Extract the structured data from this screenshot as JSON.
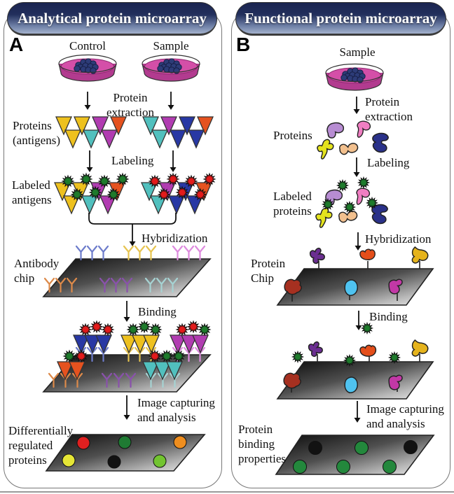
{
  "panels": [
    {
      "letter": "A",
      "title": "Analytical protein microarray",
      "control_label": "Control",
      "sample_label": "Sample",
      "steps": {
        "extraction": "Protein\nextraction",
        "labeling": "Labeling",
        "hybridization": "Hybridization",
        "binding": "Binding",
        "imaging": "Image capturing\nand analysis"
      },
      "rows": {
        "proteins": "Proteins\n(antigens)",
        "labeled": "Labeled\nantigens",
        "chip": "Antibody\nchip",
        "result": "Differentially\nregulated\nproteins"
      }
    },
    {
      "letter": "B",
      "title": "Functional protein microarray",
      "sample_label": "Sample",
      "steps": {
        "extraction": "Protein\nextraction",
        "labeling": "Labeling",
        "hybridization": "Hybridization",
        "binding": "Binding",
        "imaging": "Image capturing\nand analysis"
      },
      "rows": {
        "proteins": "Proteins",
        "labeled": "Labeled\nproteins",
        "chip": "Protein\nChip",
        "result": "Protein\nbinding\nproperties"
      }
    }
  ],
  "figure": {
    "colors": {
      "banner_top": "#1A2450",
      "banner_bottom": "#A3B2CD",
      "triangle": {
        "yellow": "#EEC11E",
        "magenta": "#B13CB1",
        "orange": "#E5521F",
        "teal": "#51C0BE",
        "blue": "#2838A4"
      },
      "star": {
        "green": "#1E7B2C",
        "red": "#E31B1B"
      },
      "antibody": {
        "blue": "#6D7CCB",
        "yellow": "#E7C44F",
        "pink": "#DE8ADE",
        "orange": "#DD8A4A",
        "purple": "#8A51AC",
        "cyan": "#A6D3D3"
      },
      "spot": {
        "red": "#DF2020",
        "dkgreen": "#1F7A33",
        "orange": "#EF8E1F",
        "yellow": "#E6E636",
        "black": "#121212",
        "ltgreen": "#72C430",
        "green": "#23883C"
      },
      "blob": {
        "lavender": "#B78CD2",
        "pink": "#F07EC2",
        "yellow": "#E4E31D",
        "peach": "#F2C08E",
        "darkblue": "#2A3189",
        "purple": "#6B2E91",
        "redorange": "#E44E1A",
        "gold": "#E5B31C",
        "darkred": "#A63020",
        "lightblue": "#4FC3F0",
        "magenta": "#C238A6"
      },
      "dish": {
        "medium": "#D44FA8",
        "wall": "#B23B8F",
        "cells": "#2D3C78"
      },
      "chip_gradient": [
        "#0B0B0B",
        "#4F4F4F",
        "#B9B9B9",
        "#ECECEC"
      ]
    },
    "panelA": {
      "proteins": {
        "control": [
          [
            "yellow",
            "yellow",
            "magenta",
            "orange"
          ],
          [
            "yellow",
            "teal",
            "magenta"
          ]
        ],
        "sample": [
          [
            "teal",
            "magenta",
            "blue",
            "orange"
          ],
          [
            "teal",
            "blue",
            "blue"
          ]
        ]
      },
      "label_star": {
        "control": "green",
        "sample": "red"
      },
      "antibody_rows": {
        "back": [
          "blue",
          "yellow",
          "pink"
        ],
        "front": [
          "orange",
          "purple",
          "cyan"
        ]
      },
      "bound_back": [
        {
          "y": "blue",
          "tri": "blue",
          "stars": [
            "red",
            "red",
            "red"
          ]
        },
        {
          "y": "yellow",
          "tri": "yellow",
          "stars": [
            "green",
            "green",
            "green"
          ]
        },
        {
          "y": "pink",
          "tri": "magenta",
          "stars": [
            "red",
            "red",
            "green"
          ]
        }
      ],
      "bound_front": [
        {
          "y": "orange",
          "tri": "orange",
          "stars": [
            null,
            "green",
            "red"
          ]
        },
        {
          "y": "purple",
          "tri": null,
          "stars": [
            null,
            null,
            null
          ]
        },
        {
          "y": "cyan",
          "tri": "teal",
          "stars": [
            "red",
            "green",
            "green"
          ]
        }
      ],
      "result_spots": [
        [
          "red",
          "dkgreen",
          "orange"
        ],
        [
          "yellow",
          "black",
          "ltgreen"
        ]
      ]
    },
    "panelB": {
      "proteins": [
        "lavender",
        "pink",
        "yellow",
        "peach",
        "darkblue"
      ],
      "label_star": "green",
      "chip_back": [
        "purple",
        "redorange",
        "gold"
      ],
      "chip_front": [
        "darkred",
        "lightblue",
        "magenta"
      ],
      "bound_back": [
        {
          "fixed": "purple",
          "bound": null
        },
        {
          "fixed": "redorange",
          "bound": "pink"
        },
        {
          "fixed": "gold",
          "bound": null
        }
      ],
      "bound_front": [
        {
          "fixed": "darkred",
          "bound": "lavender"
        },
        {
          "fixed": "lightblue",
          "bound": "peach"
        },
        {
          "fixed": "magenta",
          "bound": "darkblue"
        }
      ],
      "result_spots": [
        [
          "black",
          "green",
          "black"
        ],
        [
          "green",
          "green",
          "green"
        ]
      ]
    }
  }
}
